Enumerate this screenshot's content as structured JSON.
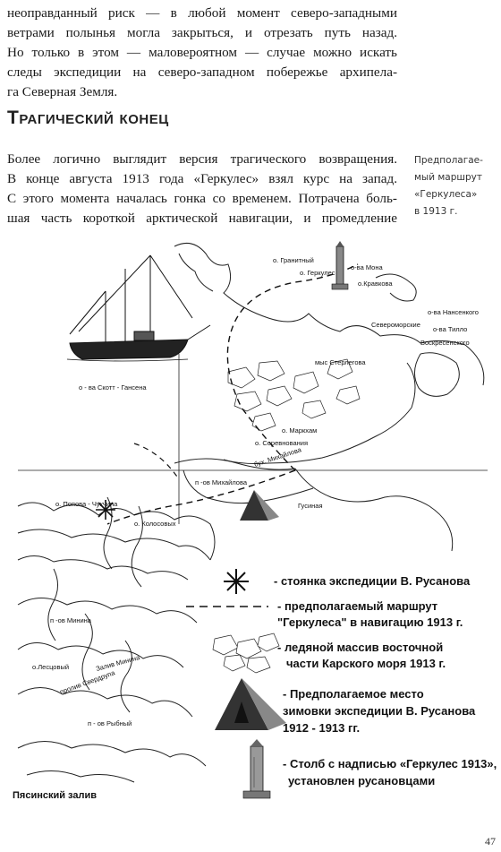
{
  "paragraph1_lines": [
    "неоправданный риск — в любой момент северо-западными",
    "ветрами полынья могла закрыться, и отрезать путь назад.",
    "Но только в этом — маловероятном — случае можно искать",
    "следы экспедиции на северо-западном побережье архипела-",
    "га Северная Земля."
  ],
  "heading": "Трагический конец",
  "paragraph2_lines": [
    "Более логично выглядит версия трагического возвращения.",
    "В конце августа 1913 года «Геркулес» взял курс на запад.",
    "С этого момента началась гонка со временем. Потрачена боль-",
    "шая часть короткой арктической навигации, и промедление"
  ],
  "caption_lines": [
    "Предполагае-",
    "мый маршрут",
    "«Геркулеса»",
    "в 1913 г."
  ],
  "map": {
    "labels": {
      "granitny": "о. Гранитный",
      "gerkules": "о. Геркулес",
      "mona": "о-ва Мона",
      "kravkova": "о.Кравкова",
      "severomorskie": "Североморские",
      "nansen": "о-ва Нансенкого",
      "tillo": "о-ва Тилло",
      "voskresenskogo": "Воскресенского",
      "sterlegova": "мыс Стерлегова",
      "scott_hansen": "о - ва Скотт - Гансена",
      "markham": "о. Маркхам",
      "sovremennaya": "о. Соревнования",
      "mikhailova_bay": "бух. Михайлова",
      "mikhailova_peninsula": "п -ов Михайлова",
      "popova_chukchina": "о. Попова - Чукчина",
      "koloslovy": "о. Колосовых",
      "gusinaya": "Гусиная",
      "minina": "п -ов Минина",
      "lestsovy": "о.Лесцовый",
      "zaliv_minina": "Залив Минина",
      "proliv_sverdrupa": "пролив Свердрупа",
      "rybny": "п - ов Рыбный",
      "pyasinsky": "Пясинский залив"
    },
    "legend": {
      "camp": "- стоянка экспедиции В. Русанова",
      "route_l1": "- предполагаемый маршрут",
      "route_l2": "\"Геркулеса\" в навигацию 1913 г.",
      "ice_l1": "- ледяной массив восточной",
      "ice_l2": "части Карского моря 1913 г.",
      "winter_l1": "- Предполагаемое место",
      "winter_l2": "зимовки экспедиции В. Русанова",
      "winter_l3": "1912 - 1913 гг.",
      "pillar_l1": "- Столб с надписью «Геркулес 1913»,",
      "pillar_l2": "установлен русановцами"
    }
  },
  "page_number": "47"
}
